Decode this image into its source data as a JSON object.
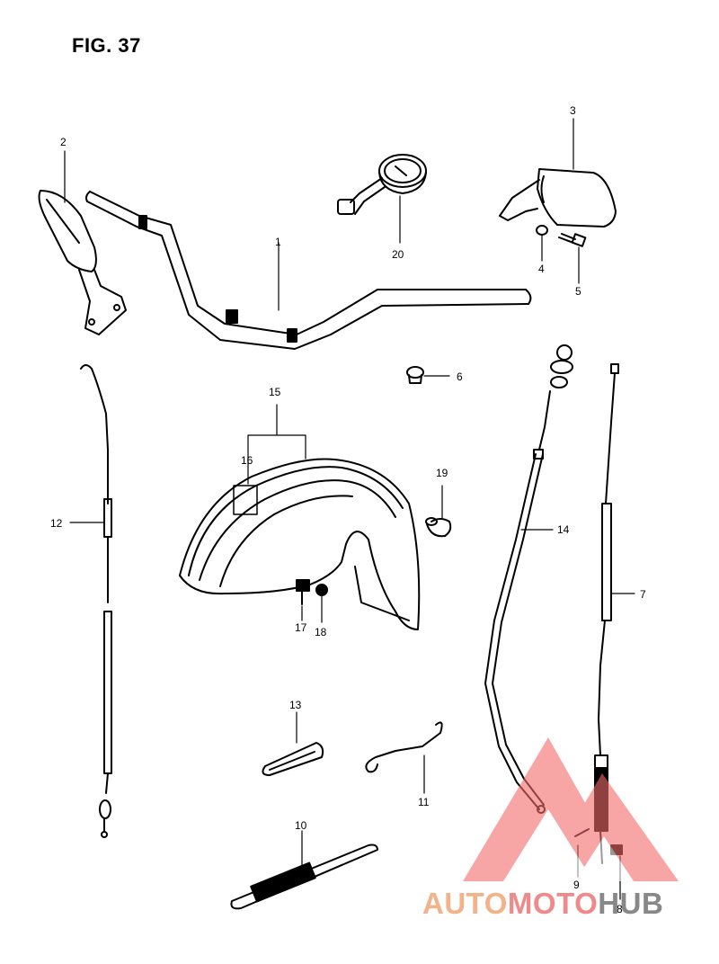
{
  "figure": {
    "title": "FIG. 37"
  },
  "callouts": {
    "c1": "1",
    "c2": "2",
    "c3": "3",
    "c4": "4",
    "c5": "5",
    "c6": "6",
    "c7": "7",
    "c8": "8",
    "c9": "9",
    "c10": "10",
    "c11": "11",
    "c12": "12",
    "c13": "13",
    "c14": "14",
    "c15": "15",
    "c16": "16",
    "c17": "17",
    "c18": "18",
    "c19": "19",
    "c20": "20"
  },
  "watermark": {
    "part1": "AUTO",
    "part2": "MOTO",
    "part3": "HUB",
    "colors": {
      "auto": "#f2b38a",
      "moto": "#f08a8a",
      "hub": "#888888",
      "logo": "#f26b6b"
    }
  }
}
